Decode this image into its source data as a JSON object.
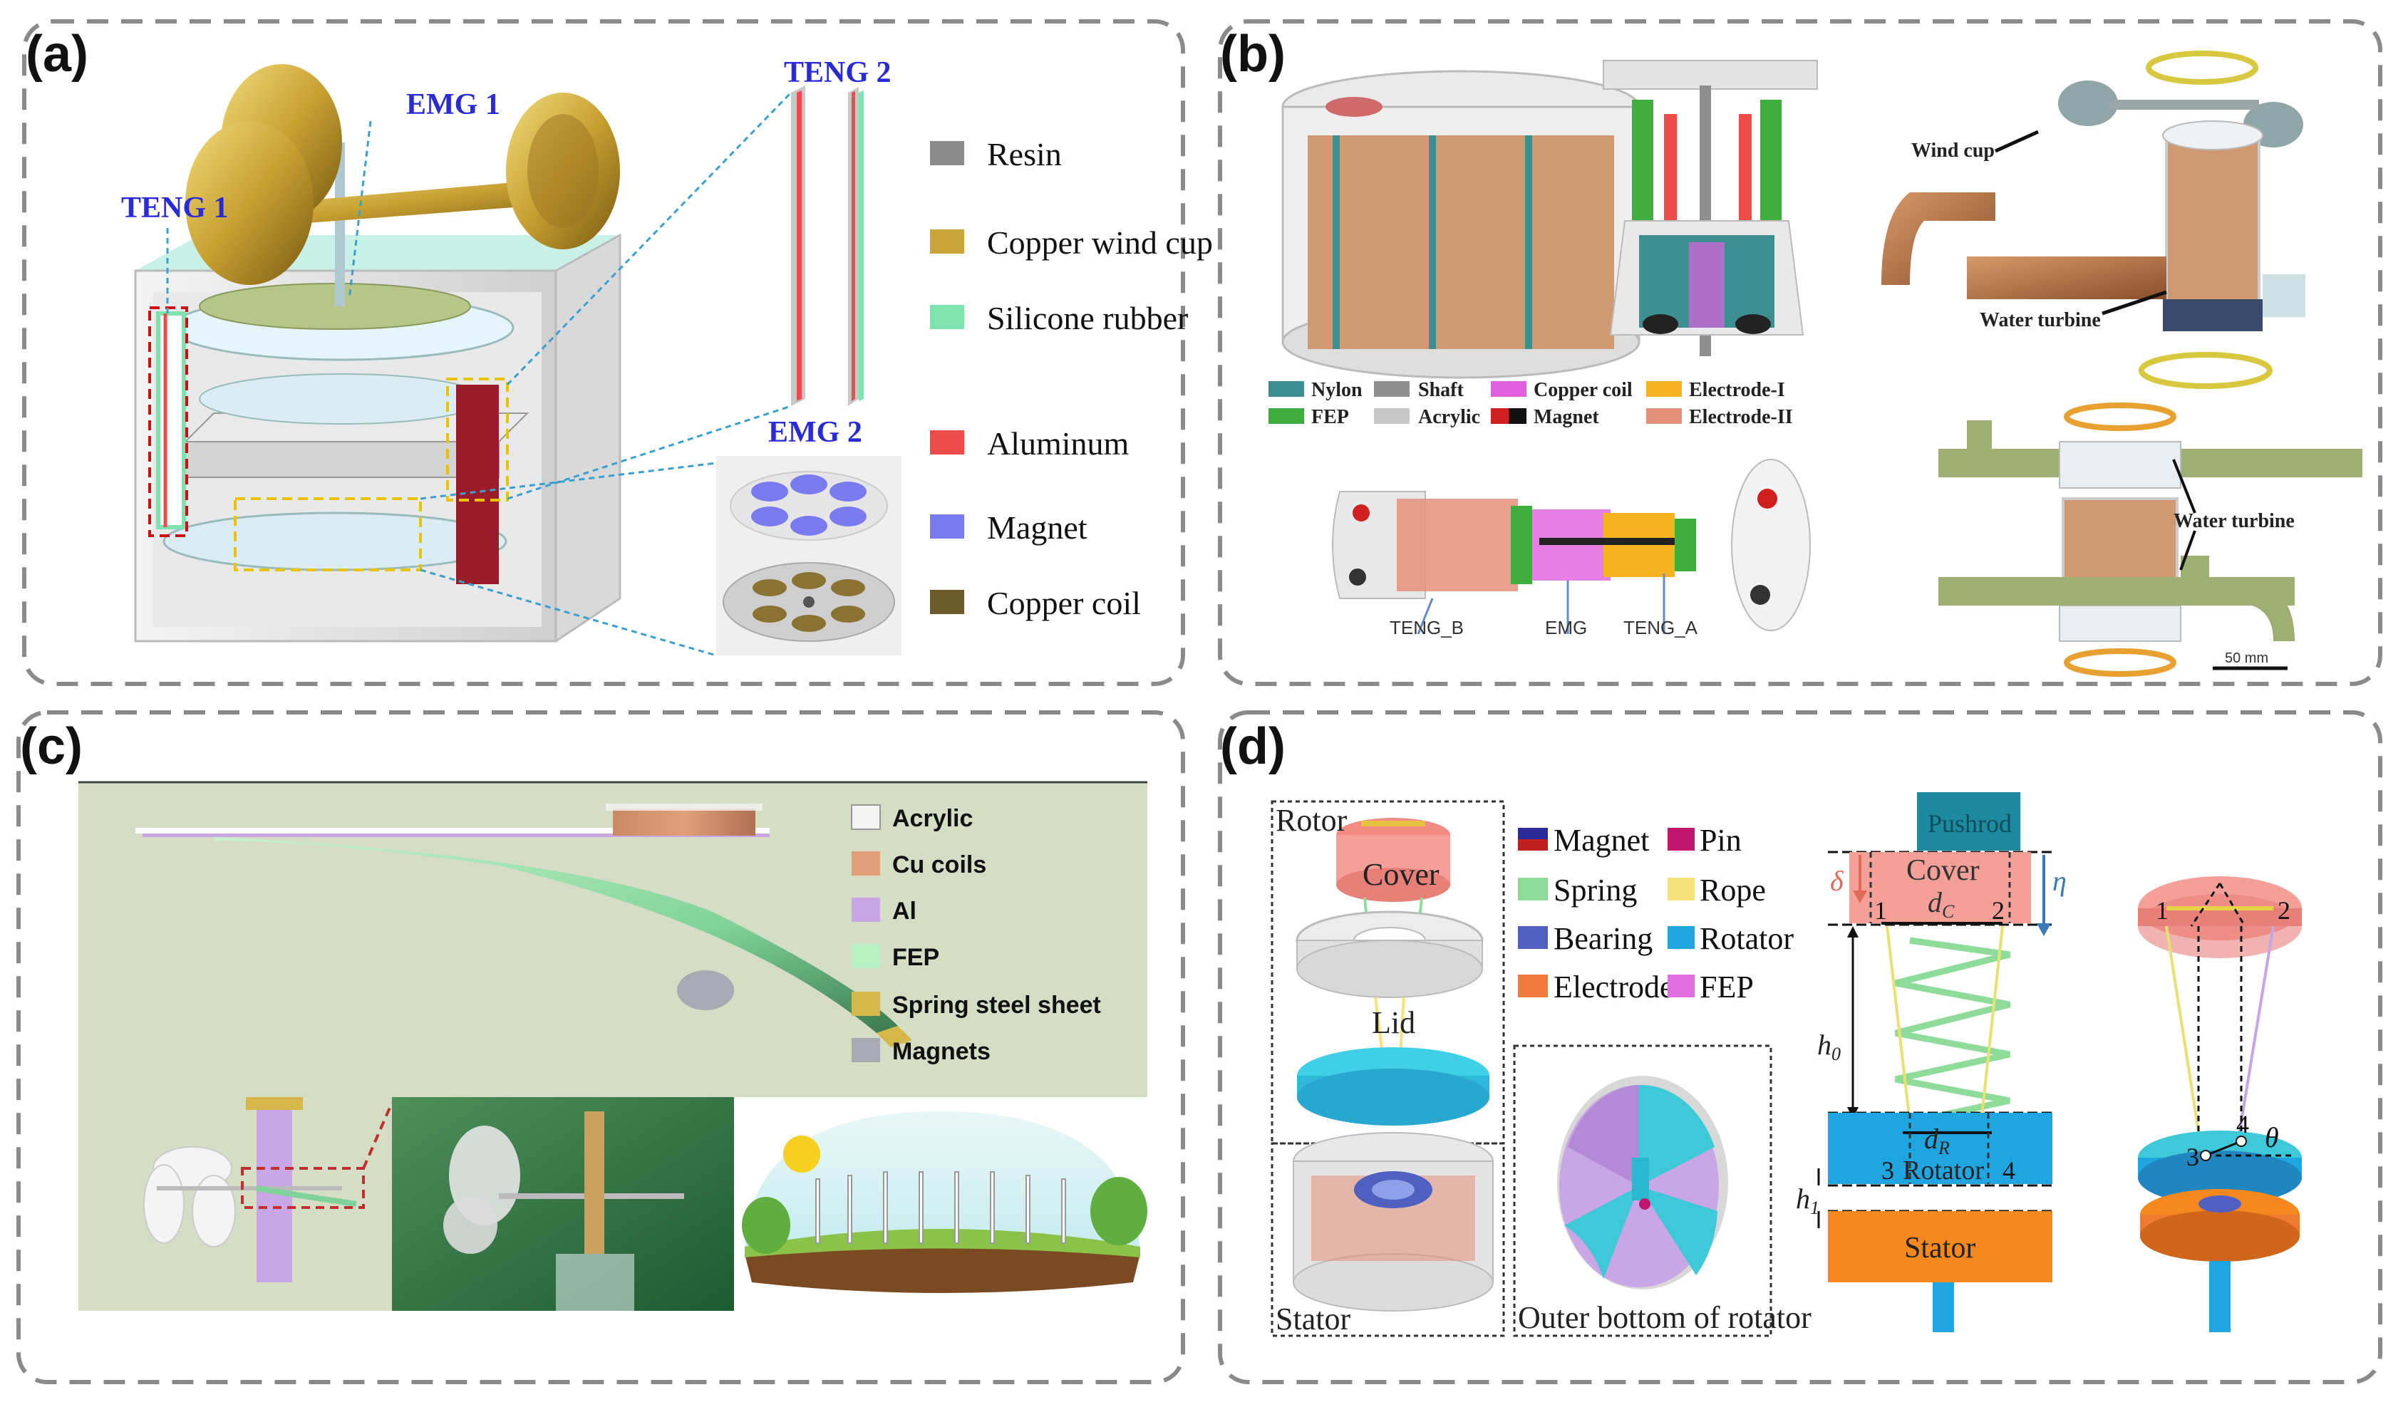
{
  "panels": {
    "a": {
      "label": "(a)",
      "callouts": {
        "emg1": "EMG 1",
        "teng1": "TENG 1",
        "teng2": "TENG 2",
        "emg2": "EMG 2"
      },
      "legend": [
        {
          "name": "Resin",
          "color": "#8c8c8c"
        },
        {
          "name": "Copper wind cup",
          "color": "#c9a43a"
        },
        {
          "name": "Silicone rubber",
          "color": "#7fe3b0"
        },
        {
          "name": "Aluminum",
          "color": "#ee4b4b"
        },
        {
          "name": "Magnet",
          "color": "#7b7bf0"
        },
        {
          "name": "Copper coil",
          "color": "#6b5a2a"
        }
      ]
    },
    "b": {
      "label": "(b)",
      "legend": [
        {
          "name": "Nylon",
          "color": "#3d8f92"
        },
        {
          "name": "Shaft",
          "color": "#8e8e8e"
        },
        {
          "name": "Copper coil",
          "color": "#e060e0"
        },
        {
          "name": "Electrode-I",
          "color": "#f5b321"
        },
        {
          "name": "FEP",
          "color": "#3fae3f"
        },
        {
          "name": "Acrylic",
          "color": "#c7c7c7"
        },
        {
          "name": "Magnet",
          "color": "#d02020"
        },
        {
          "name": "Electrode-II",
          "color": "#e4907a"
        }
      ],
      "callouts": {
        "wind_cup": "Wind cup",
        "water_turbine_top": "Water turbine",
        "water_turbine_bottom": "Water turbine",
        "teng_b": "TENG_B",
        "emg": "EMG",
        "teng_a": "TENG_A",
        "scale": "50 mm"
      }
    },
    "c": {
      "label": "(c)",
      "legend": [
        {
          "name": "Acrylic",
          "color": "#f4f4f4"
        },
        {
          "name": "Cu coils",
          "color": "#e2a07a"
        },
        {
          "name": "Al",
          "color": "#c9a6e6"
        },
        {
          "name": "FEP",
          "color": "#b9f0c4"
        },
        {
          "name": "Spring steel sheet",
          "color": "#d6b84a"
        },
        {
          "name": "Magnets",
          "color": "#a8aab4"
        }
      ]
    },
    "d": {
      "label": "(d)",
      "exploded": {
        "rotor": "Rotor",
        "cover": "Cover",
        "lid": "Lid",
        "stator": "Stator",
        "outer_bottom": "Outer bottom of rotator"
      },
      "legend": [
        {
          "name": "Magnet",
          "color": "#2a2a9a"
        },
        {
          "name": "Pin",
          "color": "#c0166e"
        },
        {
          "name": "Spring",
          "color": "#8fdc9a"
        },
        {
          "name": "Rope",
          "color": "#f4e27a"
        },
        {
          "name": "Bearing",
          "color": "#5060c0"
        },
        {
          "name": "Rotator",
          "color": "#1fa6e0"
        },
        {
          "name": "Electrode",
          "color": "#f07a40"
        },
        {
          "name": "FEP",
          "color": "#e070e0"
        }
      ],
      "schematic": {
        "pushrod": "Pushrod",
        "cover": "Cover",
        "dc": "d",
        "dc_sub": "C",
        "rotator": "Rotator",
        "dr": "d",
        "dr_sub": "R",
        "stator": "Stator",
        "h0": "h",
        "h0_sub": "0",
        "h1": "h",
        "h1_sub": "1",
        "delta": "δ",
        "eta": "η",
        "theta": "θ",
        "pt1": "1",
        "pt2": "2",
        "pt3": "3",
        "pt4": "4"
      }
    }
  }
}
